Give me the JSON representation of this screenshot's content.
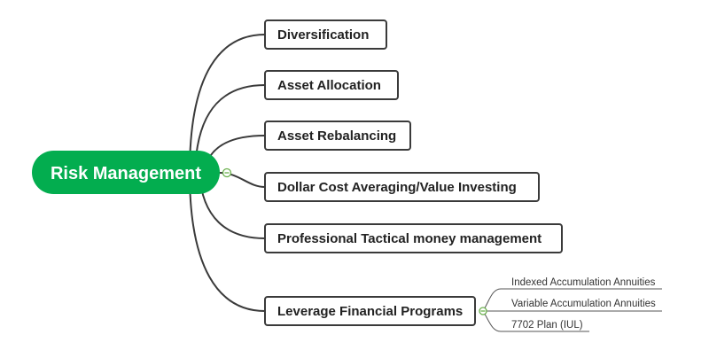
{
  "root": {
    "label": "Risk Management",
    "color": "#03ad4f"
  },
  "branches": [
    {
      "label": "Diversification"
    },
    {
      "label": "Asset Allocation"
    },
    {
      "label": "Asset Rebalancing"
    },
    {
      "label": "Dollar Cost Averaging/Value Investing"
    },
    {
      "label": "Professional Tactical money management"
    },
    {
      "label": "Leverage Financial Programs",
      "children": [
        {
          "label": "Indexed Accumulation Annuities"
        },
        {
          "label": "Variable Accumulation Annuities"
        },
        {
          "label": "7702 Plan (IUL)"
        }
      ]
    }
  ]
}
